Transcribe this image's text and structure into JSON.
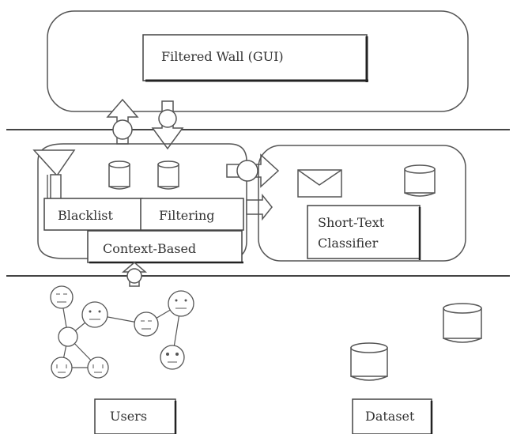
{
  "gui": {
    "label": "Filtered Wall (GUI)"
  },
  "filtering_layer": {
    "blacklist_label": "Blacklist",
    "filtering_label": "Filtering",
    "context_label": "Context-Based"
  },
  "classifier": {
    "line1": "Short-Text",
    "line2": "Classifier"
  },
  "bottom": {
    "users_label": "Users",
    "dataset_label": "Dataset"
  }
}
